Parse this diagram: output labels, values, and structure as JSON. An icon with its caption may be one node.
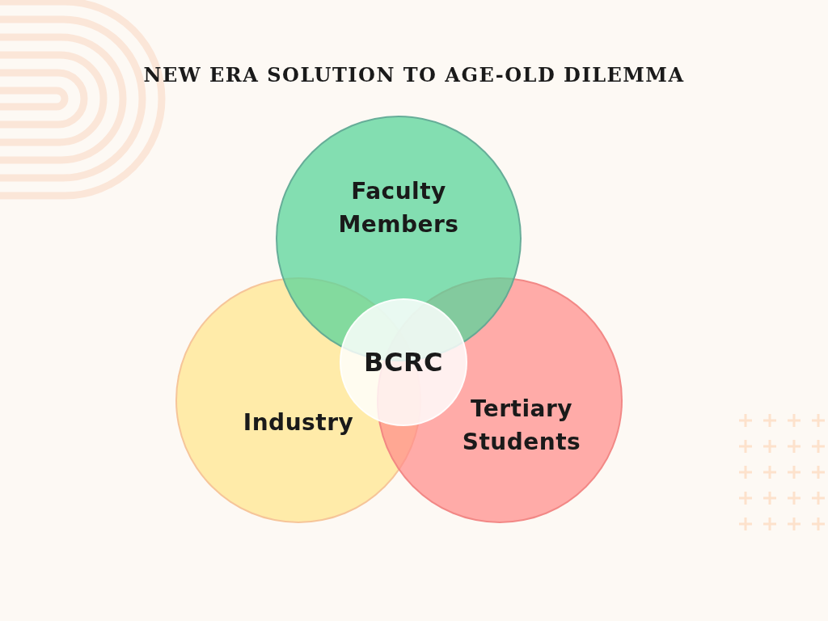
{
  "diagram": {
    "title": "NEW ERA SOLUTION TO AGE-OLD DILEMMA",
    "nodes": [
      {
        "text": [
          "Faculty Members"
        ]
      },
      {
        "text": [
          "BCRC"
        ]
      },
      {
        "text": [
          "Industry"
        ]
      },
      {
        "text": [
          "Tertiary Students"
        ]
      }
    ]
  }
}
